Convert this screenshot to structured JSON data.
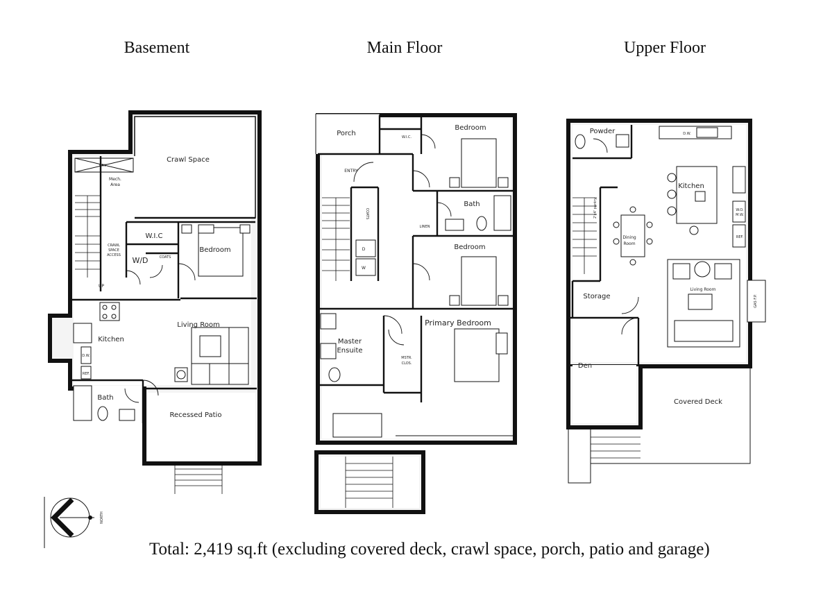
{
  "floors": {
    "basement": {
      "title": "Basement",
      "rooms": {
        "crawl_space": "Crawl Space",
        "hrv": "HRV",
        "mech": "Mech.",
        "mech2": "Area",
        "crawl_access": "CRAWL",
        "crawl_access2": "SPACE",
        "crawl_access3": "ACCESS",
        "wic": "W.I.C",
        "bedroom": "Bedroom",
        "wd": "W/D",
        "coats": "COATS",
        "up": "UP",
        "living_room": "Living Room",
        "kitchen": "Kitchen",
        "dw": "D.W.",
        "ref": "REF.",
        "bath": "Bath",
        "recessed_patio": "Recessed Patio"
      }
    },
    "main": {
      "title": "Main Floor",
      "rooms": {
        "porch": "Porch",
        "wic": "W.I.C.",
        "bedroom1": "Bedroom",
        "entry": "ENTRY",
        "coats": "COATS",
        "bath": "Bath",
        "linen": "LINEN",
        "bedroom2": "Bedroom",
        "w": "W",
        "d": "D",
        "primary_bedroom": "Primary Bedroom",
        "master_ensuite": "Master",
        "master_ensuite2": "Ensuite",
        "mstr_clos": "MSTR.",
        "mstr_clos2": "CLOS."
      }
    },
    "upper": {
      "title": "Upper Floor",
      "rooms": {
        "powder": "Powder",
        "dw": "D.W.",
        "kitchen": "Kitchen",
        "dining_room": "Dining",
        "dining_room2": "Room",
        "wo_mw": "W.O.",
        "wo_mw2": "M.W.",
        "ref": "REF.",
        "storage": "Storage",
        "living_room": "Living Room",
        "gas_fp": "GAS F.P.",
        "den": "Den",
        "covered_deck": "Covered Deck",
        "pantry": "2'x4' pantry"
      }
    }
  },
  "compass": {
    "label": "NORTH"
  },
  "total": "Total: 2,419 sq.ft  (excluding covered deck, crawl space, porch, patio and garage)"
}
